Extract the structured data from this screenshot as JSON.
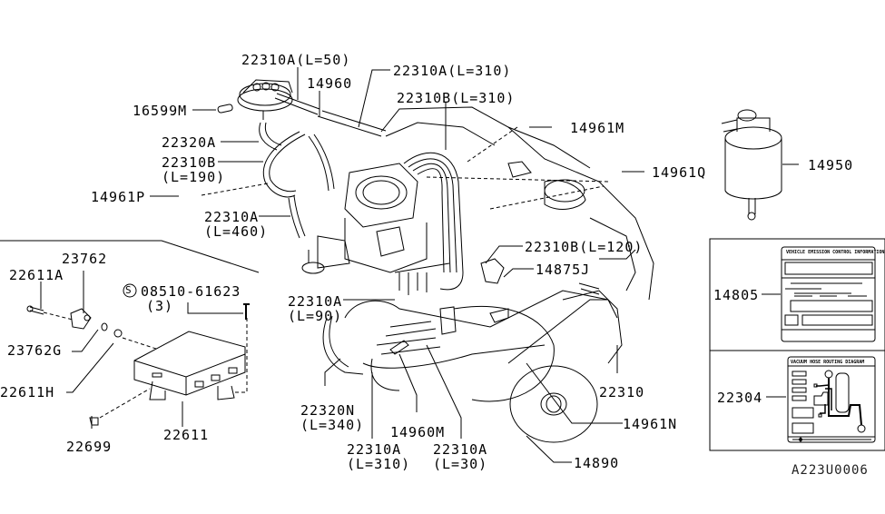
{
  "diagram": {
    "title_code": "A223U0006",
    "part_labels": [
      {
        "id": "p1",
        "part": "22310A",
        "note": "(L=50)"
      },
      {
        "id": "p2",
        "part": "22310A",
        "note": "(L=310)"
      },
      {
        "id": "p3",
        "part": "14960",
        "note": ""
      },
      {
        "id": "p4",
        "part": "22310B",
        "note": "(L=310)"
      },
      {
        "id": "p5",
        "part": "16599M",
        "note": ""
      },
      {
        "id": "p6",
        "part": "14961M",
        "note": ""
      },
      {
        "id": "p7",
        "part": "22320A",
        "note": ""
      },
      {
        "id": "p8",
        "part": "22310B",
        "note": "(L=190)"
      },
      {
        "id": "p9",
        "part": "14961Q",
        "note": ""
      },
      {
        "id": "p10",
        "part": "14950",
        "note": ""
      },
      {
        "id": "p11",
        "part": "14961P",
        "note": ""
      },
      {
        "id": "p12",
        "part": "22310A",
        "note": "(L=460)"
      },
      {
        "id": "p13",
        "part": "22310B",
        "note": "(L=120)"
      },
      {
        "id": "p14",
        "part": "14875J",
        "note": ""
      },
      {
        "id": "p15",
        "part": "23762",
        "note": ""
      },
      {
        "id": "p16",
        "part": "22611A",
        "note": ""
      },
      {
        "id": "p17",
        "part": "08510-61623",
        "note": "(3)"
      },
      {
        "id": "p18",
        "part": "14805",
        "note": ""
      },
      {
        "id": "p19",
        "part": "22310A",
        "note": "(L=90)"
      },
      {
        "id": "p20",
        "part": "23762G",
        "note": ""
      },
      {
        "id": "p21",
        "part": "22611H",
        "note": ""
      },
      {
        "id": "p22",
        "part": "22310",
        "note": ""
      },
      {
        "id": "p23",
        "part": "22304",
        "note": ""
      },
      {
        "id": "p24",
        "part": "22320N",
        "note": "(L=340)"
      },
      {
        "id": "p25",
        "part": "14961N",
        "note": ""
      },
      {
        "id": "p26",
        "part": "14960M",
        "note": ""
      },
      {
        "id": "p27",
        "part": "22611",
        "note": ""
      },
      {
        "id": "p28",
        "part": "22699",
        "note": ""
      },
      {
        "id": "p29",
        "part": "22310A",
        "note": "(L=310)"
      },
      {
        "id": "p30",
        "part": "22310A",
        "note": "(L=30)"
      },
      {
        "id": "p31",
        "part": "14890",
        "note": ""
      }
    ],
    "standard_part_symbol": "S",
    "emission_label": {
      "heading": "VEHICLE EMISSION CONTROL INFORMATION"
    },
    "vacuum_label": {
      "heading": "VACUUM HOSE ROUTING DIAGRAM"
    }
  }
}
